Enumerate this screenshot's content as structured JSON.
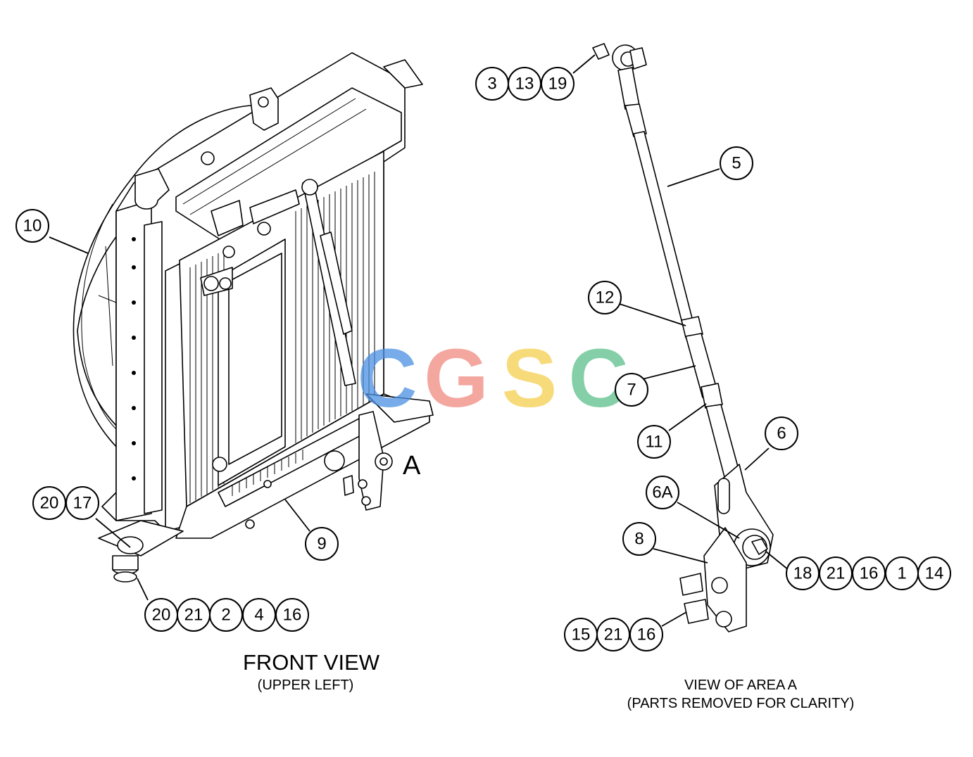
{
  "captions": {
    "front_title": "FRONT VIEW",
    "front_sub": "(UPPER LEFT)",
    "area_title": "VIEW OF AREA A",
    "area_sub": "(PARTS REMOVED FOR CLARITY)",
    "area_marker": "A"
  },
  "watermark": {
    "letters": [
      "C",
      "G",
      "S",
      "C"
    ],
    "colors": [
      "#4a90e2",
      "#f08a80",
      "#f5d050",
      "#5cbf8a"
    ]
  },
  "callouts": {
    "front": {
      "c10": "10",
      "c9": "9",
      "c20a": "20",
      "c17": "17",
      "group_bottom": [
        "20",
        "21",
        "2",
        "4",
        "16"
      ]
    },
    "areaA": {
      "group_top": [
        "3",
        "13",
        "19"
      ],
      "c5": "5",
      "c12": "12",
      "c7": "7",
      "c11": "11",
      "c6": "6",
      "c6A": "6A",
      "c8": "8",
      "group_right": [
        "18",
        "21",
        "16",
        "1",
        "14"
      ],
      "group_bottom": [
        "15",
        "21",
        "16"
      ]
    }
  }
}
